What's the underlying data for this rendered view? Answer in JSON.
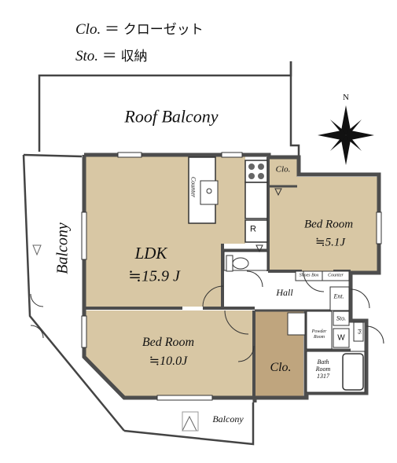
{
  "legend": [
    {
      "abbr": "Clo.",
      "eq": "＝",
      "meaning": "クローゼット"
    },
    {
      "abbr": "Sto.",
      "eq": "＝",
      "meaning": "収納"
    }
  ],
  "compass": {
    "north": "N"
  },
  "rooms": {
    "roof_balcony": "Roof Balcony",
    "balcony_left": "Balcony",
    "balcony_bottom": "Balcony",
    "ldk": {
      "name": "LDK",
      "size": "≒15.9 J"
    },
    "bed_main": {
      "name": "Bed Room",
      "size": "≒10.0J"
    },
    "bed_small": {
      "name": "Bed Room",
      "size": "≒5.1J"
    },
    "clo_top": "Clo.",
    "clo_main": "Clo.",
    "hall": "Hall",
    "entrance": "Ent.",
    "storage": "Sto.",
    "powder": {
      "line1": "Powder",
      "line2": "Room"
    },
    "bath": {
      "line1": "Bath",
      "line2": "Room",
      "line3": "1317"
    },
    "counter_kitchen": "Counter",
    "counter_hall": "Counter",
    "shoes_box": "Shoes Box",
    "refrigerator": "R",
    "washer": "W",
    "pipe_space": "PS"
  },
  "colors": {
    "floor": "#d8c7a4",
    "closet": "#bfa57e",
    "wall": "#4d4d4d",
    "line": "#333333"
  }
}
